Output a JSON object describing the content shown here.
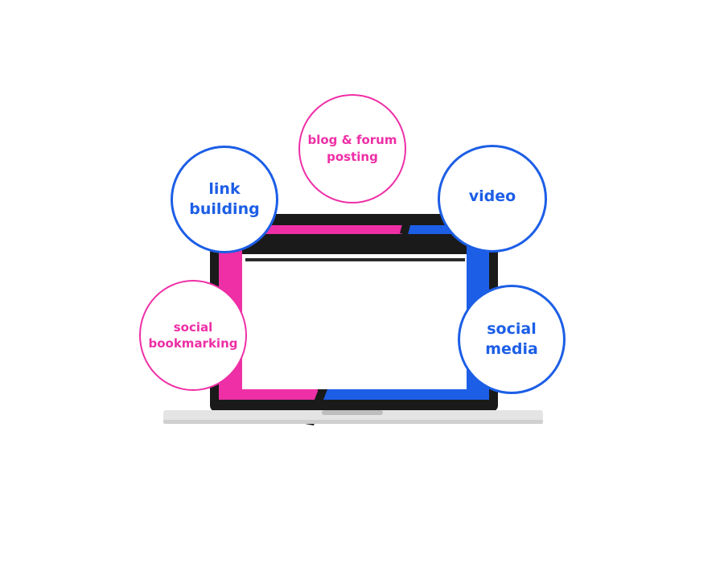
{
  "circles": {
    "link_building": {
      "lines": [
        "link",
        "building"
      ]
    },
    "blog_forum": {
      "lines": [
        "blog & forum",
        "posting"
      ]
    },
    "video": {
      "lines": [
        "video"
      ]
    },
    "social_bookmarking": {
      "lines": [
        "social",
        "bookmarking"
      ]
    },
    "social_media": {
      "lines": [
        "social",
        "media"
      ]
    }
  },
  "colors": {
    "blue": "#1c5ee6",
    "pink": "#ee2fa6",
    "laptop_frame": "#1a1a1a",
    "laptop_base": "#e4e4e4"
  }
}
